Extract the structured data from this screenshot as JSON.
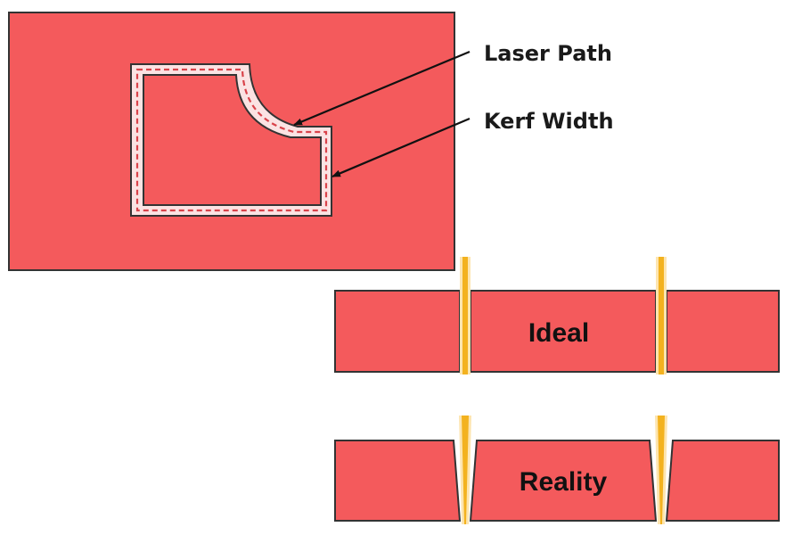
{
  "labels": {
    "laser_path": "Laser Path",
    "kerf_width": "Kerf Width",
    "ideal": "Ideal",
    "reality": "Reality"
  },
  "colors": {
    "material": "#f45a5c",
    "outline": "#333333",
    "kerf": "#fbe3e3",
    "laser_path_dash": "#d9434a",
    "beam_outer": "#fde5b0",
    "beam_inner": "#f3b21f",
    "arrow": "#111111"
  }
}
